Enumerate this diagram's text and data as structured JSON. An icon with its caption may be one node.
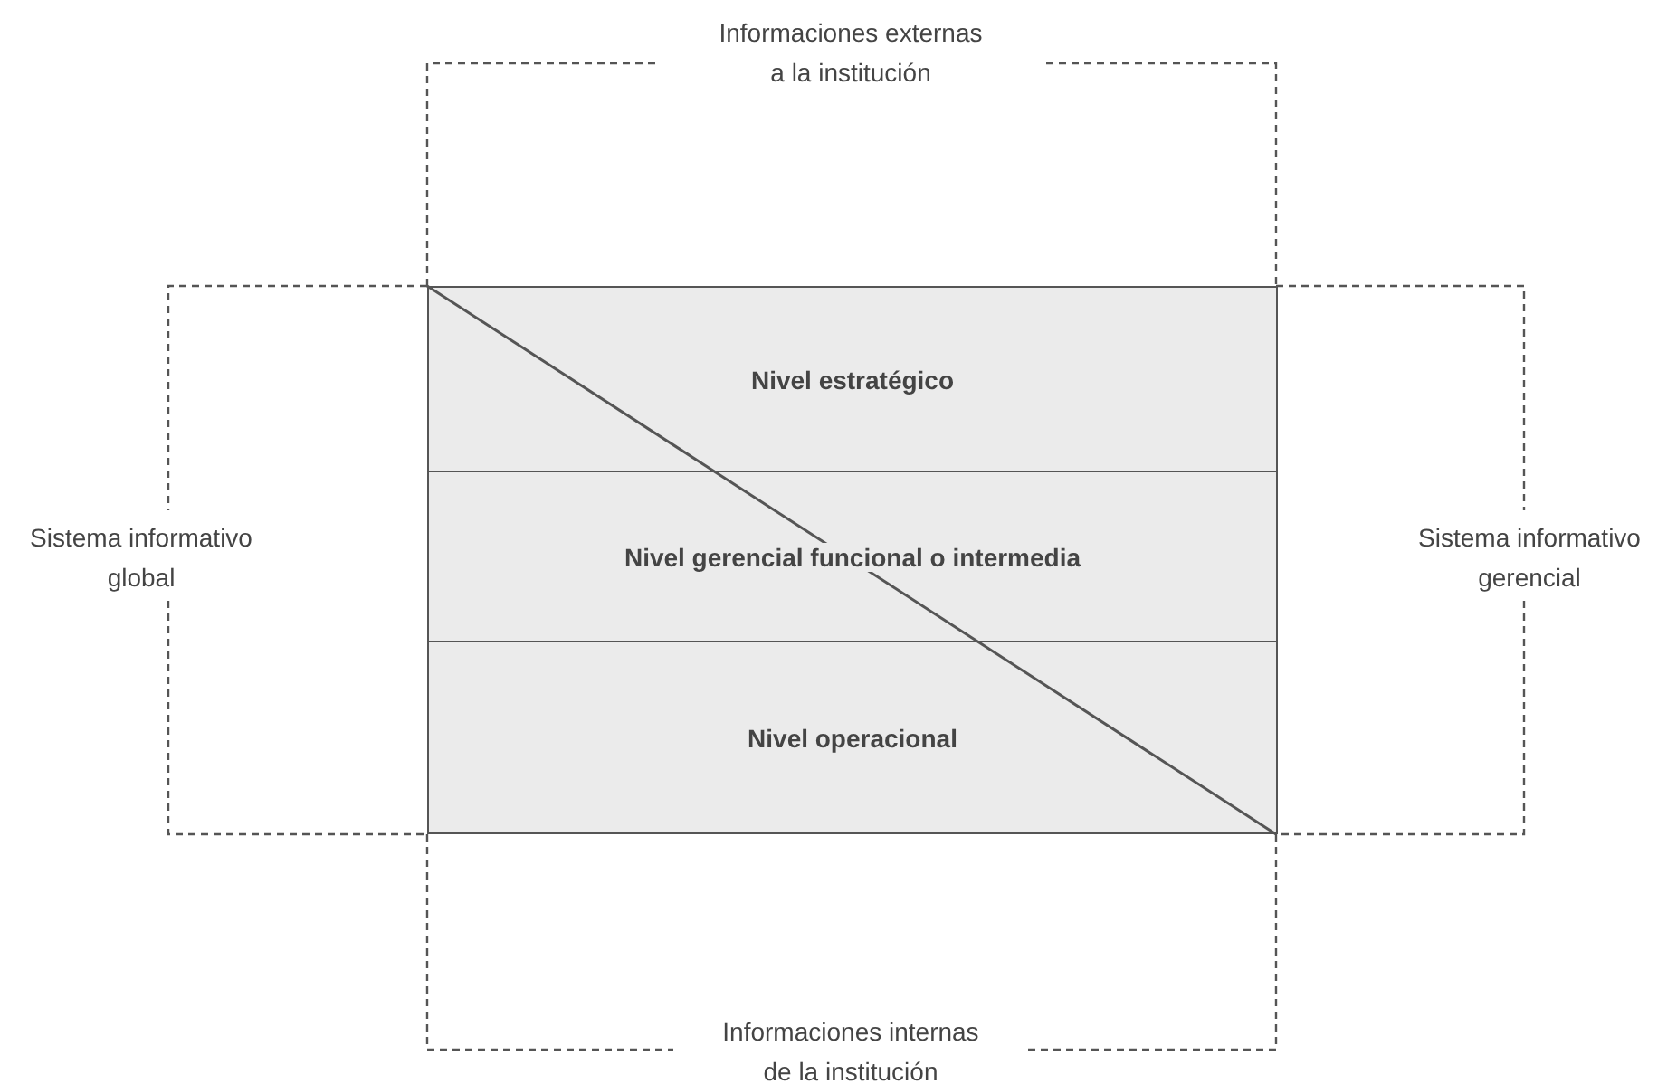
{
  "diagram": {
    "nodes": [
      {
        "text": [
          "Nivel estratégico"
        ]
      },
      {
        "text": [
          "Nivel gerencial funcional o intermedia"
        ]
      },
      {
        "text": [
          "Nivel operacional"
        ]
      }
    ],
    "labels": [
      "Informaciones externas a la institución",
      "Sistema informativo global",
      "Sistema informativo gerencial",
      "Informaciones internas de la institución"
    ]
  }
}
